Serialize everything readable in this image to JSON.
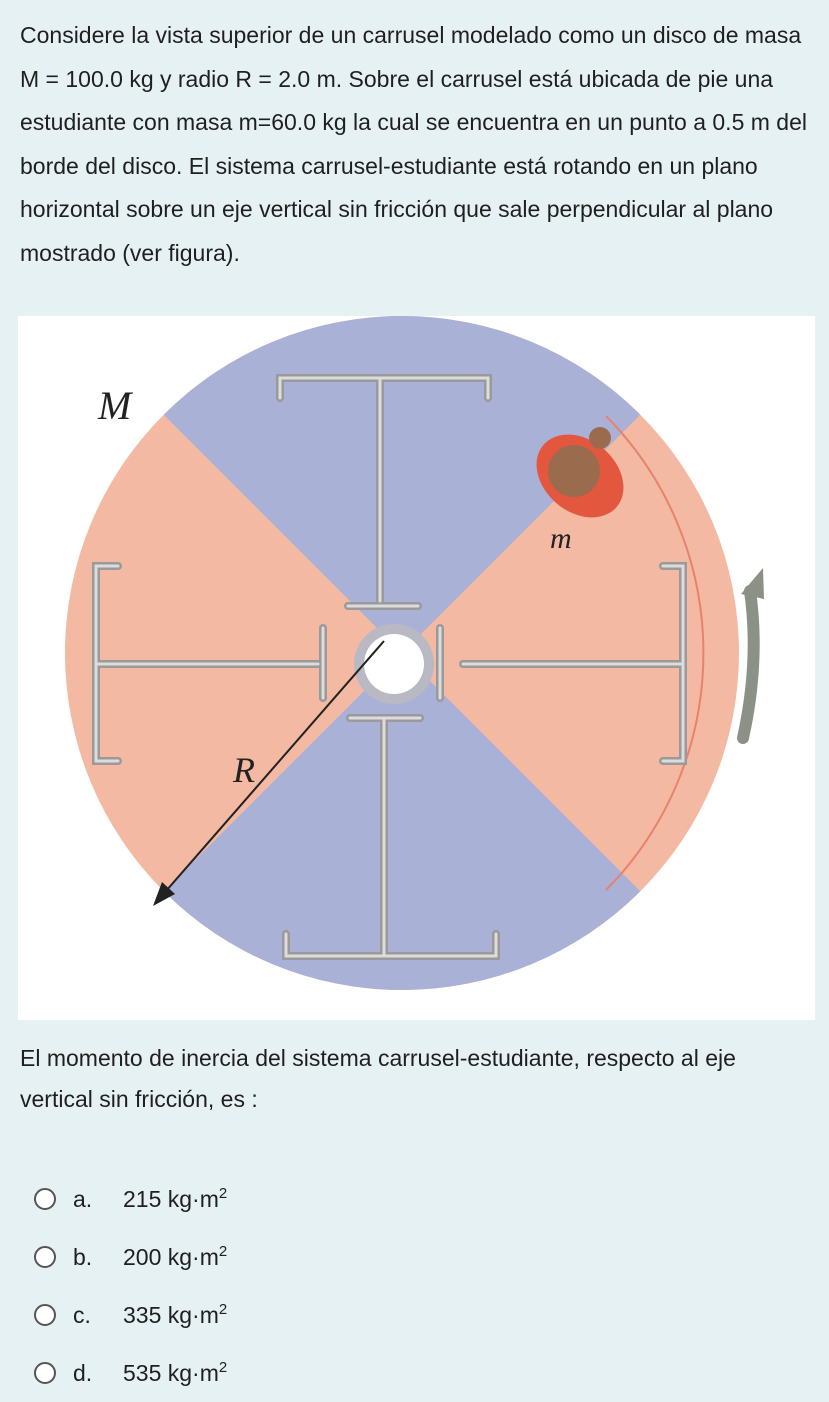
{
  "question": {
    "text": "Considere la vista superior de un carrusel modelado como un disco de masa M = 100.0 kg y radio R = 2.0 m. Sobre el carrusel está ubicada de pie una estudiante con masa m=60.0 kg la cual se encuentra en un punto a 0.5 m del borde del disco. El sistema carrusel-estudiante está rotando en un plano horizontal sobre un eje vertical sin fricción que sale perpendicular al plano mostrado (ver figura)."
  },
  "figure": {
    "label_disk_mass": "M",
    "label_student_mass": "m",
    "label_radius": "R",
    "colors": {
      "blue_sector": "#aab1d6",
      "salmon_sector": "#f3b9a2",
      "rim": "#e9826c",
      "bar": "#c4c4c4",
      "arrow": "#8c9188"
    }
  },
  "prompt": {
    "text": "El momento de inercia del sistema carrusel-estudiante, respecto al eje vertical sin fricción, es :"
  },
  "options": [
    {
      "letter": "a.",
      "value": "215 kg·m",
      "exp": "2"
    },
    {
      "letter": "b.",
      "value": "200 kg·m",
      "exp": "2"
    },
    {
      "letter": "c.",
      "value": "335 kg·m",
      "exp": "2"
    },
    {
      "letter": "d.",
      "value": "535 kg·m",
      "exp": "2"
    }
  ]
}
